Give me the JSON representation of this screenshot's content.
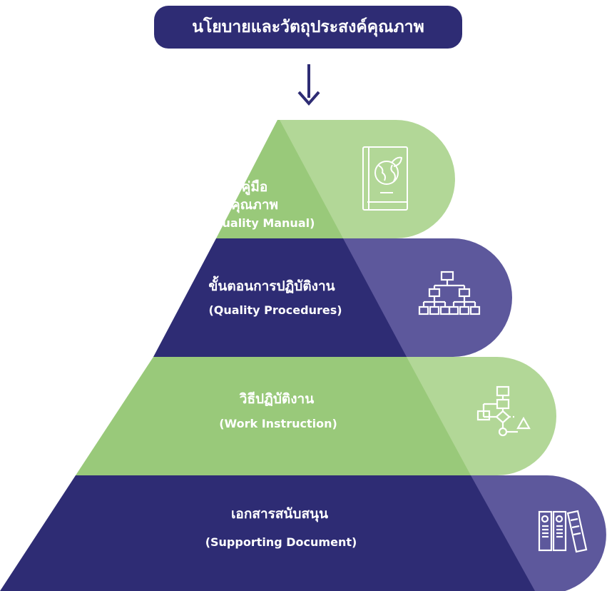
{
  "header": {
    "title": "นโยบายและวัตถุประสงค์คุณภาพ"
  },
  "colors": {
    "navy": "#2e2c74",
    "green": "#99c97a",
    "light_green": "#b2d797",
    "purple": "#5d589c"
  },
  "pyramid": {
    "levels": [
      {
        "name_th_line1": "คู่มือ",
        "name_th_line2": "คุณภาพ",
        "name_en": "(Quality Manual)",
        "icon": "book-globe-icon"
      },
      {
        "name_th": "ขั้นตอนการปฏิบัติงาน",
        "name_en": "(Quality Procedures)",
        "icon": "org-chart-icon"
      },
      {
        "name_th": "วิธีปฏิบัติงาน",
        "name_en": "(Work Instruction)",
        "icon": "flowchart-icon"
      },
      {
        "name_th": "เอกสารสนับสนุน",
        "name_en": "(Supporting Document)",
        "icon": "binders-icon"
      }
    ]
  }
}
